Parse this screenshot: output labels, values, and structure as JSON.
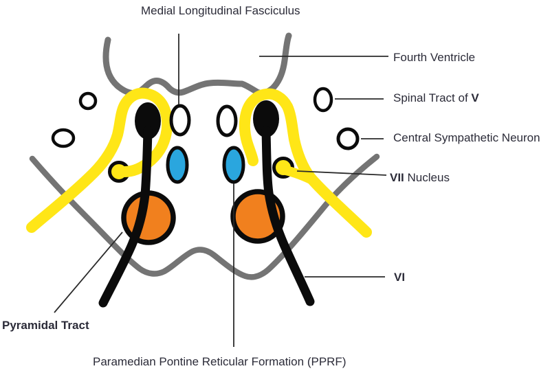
{
  "diagram": {
    "labels": {
      "mlf": {
        "text": "Medial Longitudinal Fasciculus"
      },
      "fourth_ventricle": {
        "text": "Fourth Ventricle"
      },
      "spinal_tract_v": {
        "prefix": "Spinal Tract of ",
        "bold": "V"
      },
      "central_sympathetic": {
        "text": "Central Sympathetic Neuron"
      },
      "vii_nucleus": {
        "bold": "VII",
        "rest": " Nucleus"
      },
      "vi": {
        "bold": "VI"
      },
      "pyramidal_tract": {
        "text": "Pyramidal Tract"
      },
      "pprf": {
        "text": "Paramedian Pontine Reticular Formation (PPRF)"
      }
    },
    "colors": {
      "yellow": "#FFE617",
      "blue": "#2AA6DE",
      "orange": "#F1801E",
      "gray": "#747474"
    }
  }
}
